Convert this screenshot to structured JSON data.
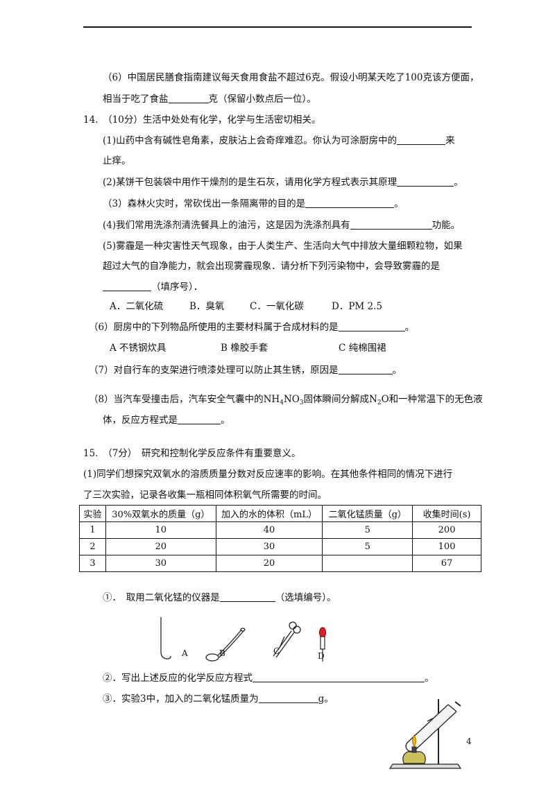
{
  "q13": {
    "item6_a": "（6）中国居民膳食指南建议每天食用食盐不超过6克。假设小明某天吃了100克该方便面，",
    "item6_b_pre": "相当于吃了食盐",
    "item6_b_post": "克（保留小数点后一位）。"
  },
  "q14": {
    "header": "14.　（10分）生活中处处有化学，化学与生活密切相关。",
    "i1_a_pre": "(1)山药中含有碱性皂角素，皮肤沾上会奇痒难忍。你认为可涂厨房中的",
    "i1_a_post": "来",
    "i1_b": "止痒。",
    "i2_pre": "(2)某饼干包装袋中用作干燥剂的是生石灰，请用化学方程式表示其原理",
    "i2_post": "。",
    "i3_pre": "（3）森林火灾时，常砍伐出一条隔离带的目的是",
    "i3_post": "。",
    "i4_pre": "(4)我们常用洗涤剂清洗餐具上的油污，这是因为洗涤剂具有",
    "i4_post": "功能。",
    "i5_a": "(5)雾霾是一种灾害性天气现象，由于人类生产、生活向大气中排放大量细颗粒物，如果",
    "i5_b": "超过大气的自净能力，就会出现雾霾现象．请分析下列污染物中，会导致雾霾的是",
    "i5_c_post": "（填序号）．",
    "i5_opt_a": "A．二氧化硫",
    "i5_opt_b": "B．臭氧",
    "i5_opt_c": "C．一氧化碳",
    "i5_opt_d": "D．PM 2.5",
    "i6_pre": "（6）厨房中的下列物品所使用的主要材料属于合成材料的是",
    "i6_post": "。",
    "i6_opt_a": "A 不锈钢炊具",
    "i6_opt_b": "B 橡胶手套",
    "i6_opt_c": "C 纯棉围裙",
    "i7_pre": "（7）对自行车的支架进行喷漆处理可以防止其生锈，原因是",
    "i7_post": "。",
    "i8_a_1": "（8）当汽车受撞击后，汽车安全气囊中的",
    "i8_a_f1a": "NH",
    "i8_a_f1s1": "4",
    "i8_a_f1b": "NO",
    "i8_a_f1s2": "3",
    "i8_a_2": "固体瞬间分解成",
    "i8_a_f2a": "N",
    "i8_a_f2s": "2",
    "i8_a_f2b": "O",
    "i8_a_3": "和一种常温下的无色液",
    "i8_b_pre": "体，反应方程式是",
    "i8_b_post": "。"
  },
  "q15": {
    "header": "15.　（7分）　研究和控制化学反应条件有重要意义。",
    "i1_a": "(1)同学们想探究双氧水的溶质质量分数对反应速率的影响。在其他条件相同的情况下进行",
    "i1_b": "了三次实验，记录各收集一瓶相同体积氧气所需要的时间。",
    "table": {
      "headers": [
        "实验",
        "30%双氧水的质量（g）",
        "加入的水的体积（mL）",
        "二氧化锰质量（g）",
        "收集时间(s)"
      ],
      "rows": [
        [
          "1",
          "10",
          "40",
          "5",
          "200"
        ],
        [
          "2",
          "20",
          "30",
          "5",
          "100"
        ],
        [
          "3",
          "30",
          "20",
          "",
          "67"
        ]
      ]
    },
    "s1_pre": "①．　取用二氧化锰的仪器是",
    "s1_post": "（选填编号）。",
    "fig_labels": [
      "A",
      "B",
      "C",
      "D"
    ],
    "s2_pre": "②．写出上述反应的化学反应方程式",
    "s2_post": "。",
    "s3_pre": "③．实验3中，加入的二氧化锰质量为",
    "s3_post": "g。"
  },
  "page_number": "4"
}
